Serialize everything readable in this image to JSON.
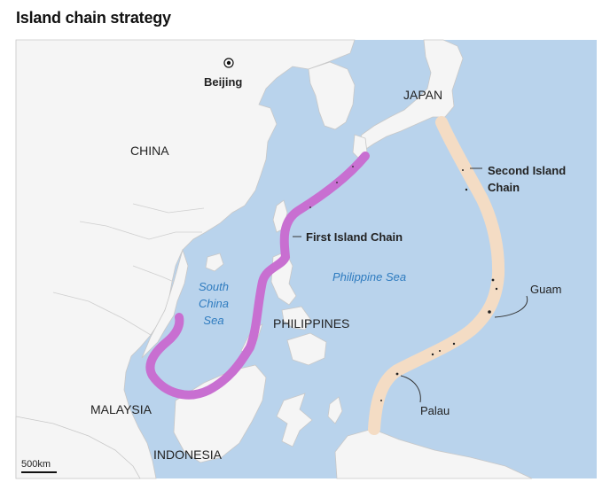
{
  "title": "Island chain strategy",
  "colors": {
    "sea": "#b9d3ec",
    "land": "#f5f5f5",
    "border": "#bfbfbf",
    "first_chain": "#c86fd1",
    "second_chain": "#f4dcc4",
    "sea_label": "#2e7bbf",
    "text": "#222222"
  },
  "labels": {
    "beijing": "Beijing",
    "china": "CHINA",
    "japan": "JAPAN",
    "philippines": "PHILIPPINES",
    "malaysia": "MALAYSIA",
    "indonesia": "INDONESIA",
    "south_china_sea_1": "South",
    "south_china_sea_2": "China",
    "south_china_sea_3": "Sea",
    "philippine_sea": "Philippine Sea",
    "first_island_chain": "First Island Chain",
    "second_island_chain_1": "Second Island",
    "second_island_chain_2": "Chain",
    "guam": "Guam",
    "palau": "Palau"
  },
  "scale_bar": {
    "label": "500km"
  },
  "icons": {
    "capital": "capital-city-dot-icon"
  }
}
